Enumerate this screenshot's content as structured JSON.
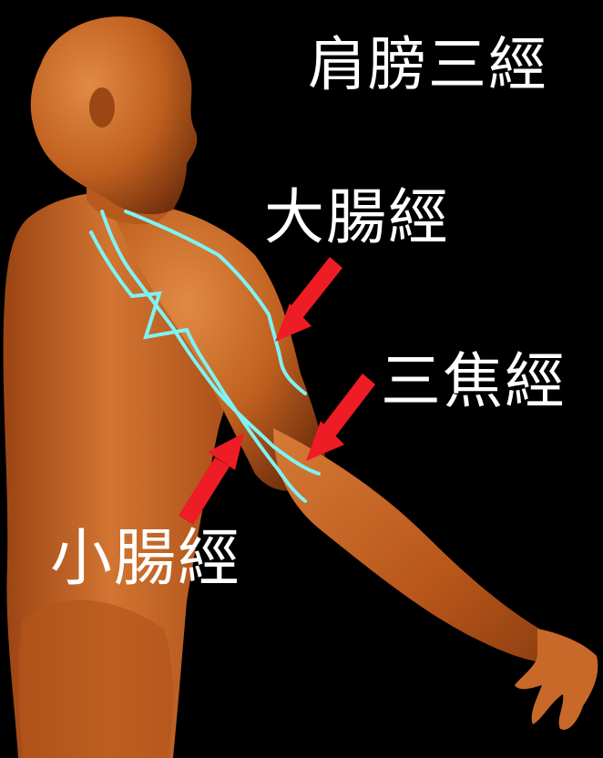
{
  "title": "肩膀三經",
  "labels": {
    "large_intestine": "大腸經",
    "triple_burner": "三焦經",
    "small_intestine": "小腸經"
  },
  "colors": {
    "background": "#000000",
    "skin": "#c8692a",
    "meridian_line": "#7ff3f3",
    "arrow": "#ee1c24",
    "text": "#ffffff"
  }
}
